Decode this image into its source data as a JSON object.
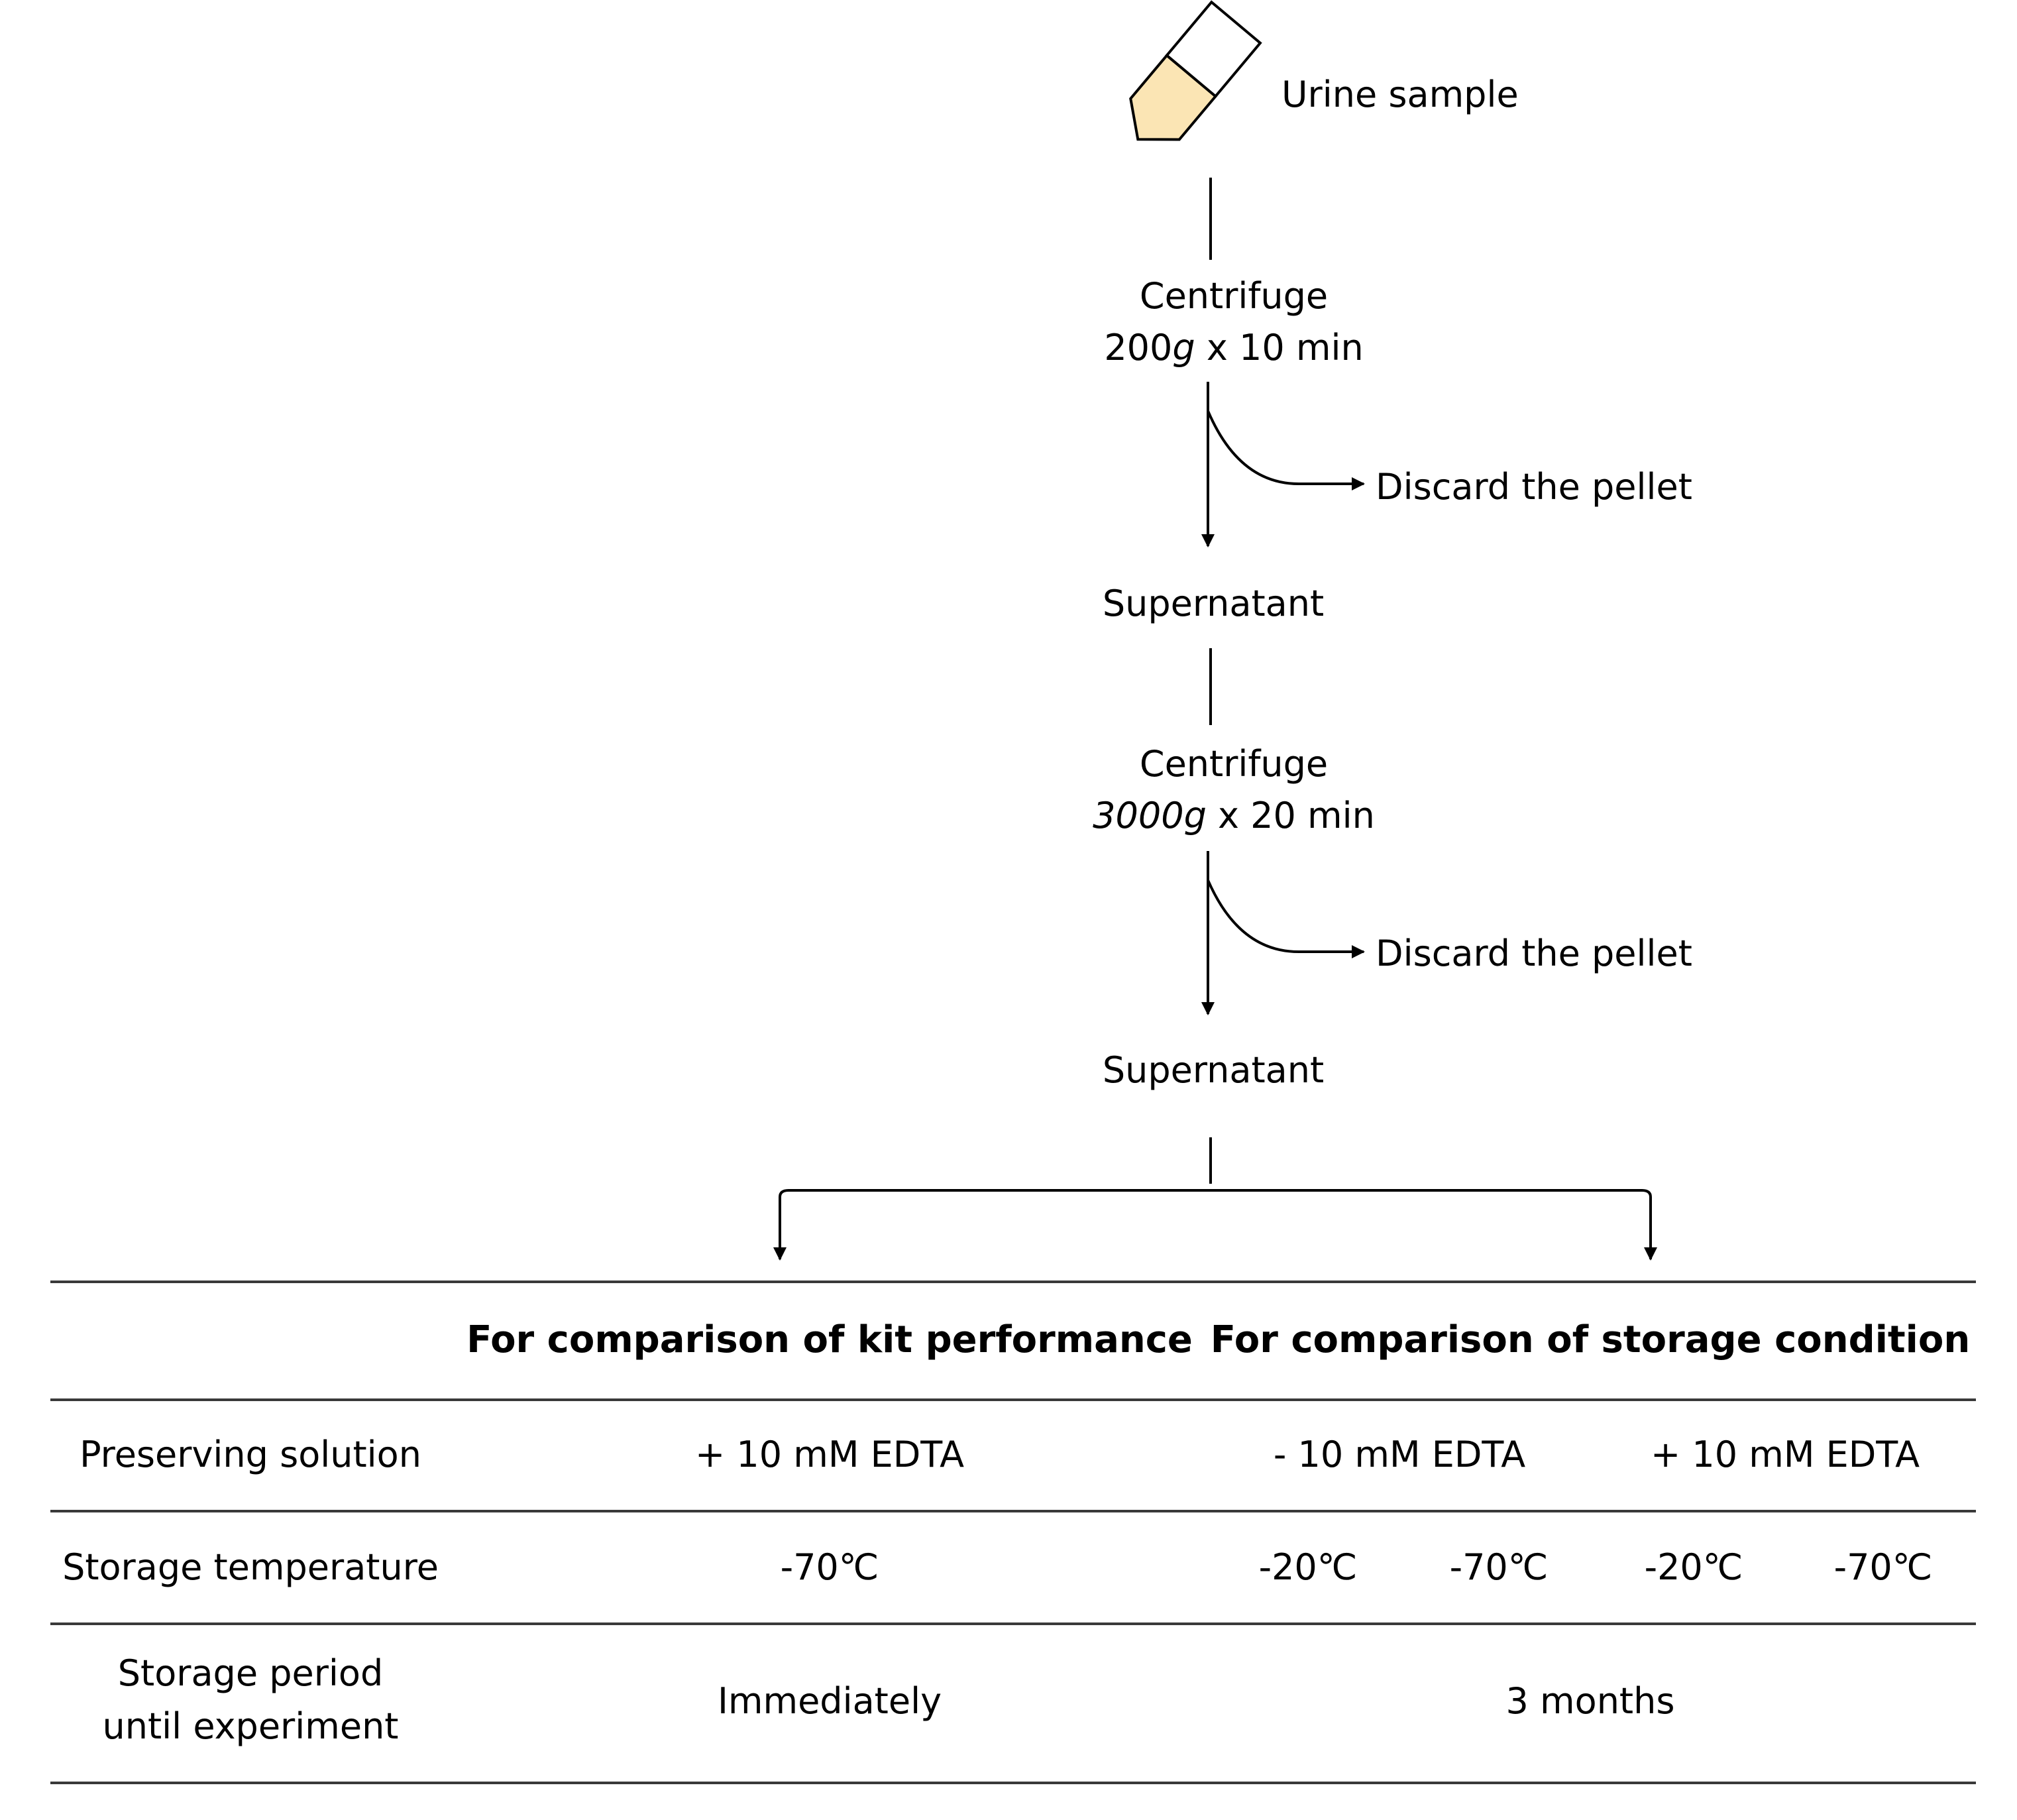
{
  "flow": {
    "sample": "Urine sample",
    "step1": {
      "title": "Centrifuge",
      "speed": "200g",
      "speed_num": "200",
      "speed_unit": "g",
      "time": " x 10 min"
    },
    "discard1": "Discard the pellet",
    "supernatant1": "Supernatant",
    "step2": {
      "title": "Centrifuge",
      "speed": "3000g",
      "speed_num": "3000",
      "speed_unit": "g",
      "time": " x 20 min"
    },
    "discard2": "Discard the pellet",
    "supernatant2": "Supernatant"
  },
  "table": {
    "columns": [
      "For comparison of kit performance",
      "For comparison of storage condition"
    ],
    "rows": [
      {
        "label": "Preserving  solution",
        "kit": "+ 10 mM EDTA",
        "storage": [
          "- 10 mM EDTA",
          "+ 10 mM EDTA"
        ]
      },
      {
        "label": "Storage temperature",
        "kit": "-70℃",
        "storage": [
          "-20℃",
          "-70℃",
          "-20℃",
          "-70℃"
        ]
      },
      {
        "label_lines": [
          "Storage period",
          "until experiment"
        ],
        "kit": "Immediately",
        "storage": "3 months"
      }
    ]
  },
  "colors": {
    "tube_fill": "#fbe5b4",
    "tube_outline": "#000000",
    "rule": "#3a3a3a"
  },
  "icons": [
    "sample-tube-icon",
    "arrow-down-icon",
    "arrow-right-icon"
  ]
}
